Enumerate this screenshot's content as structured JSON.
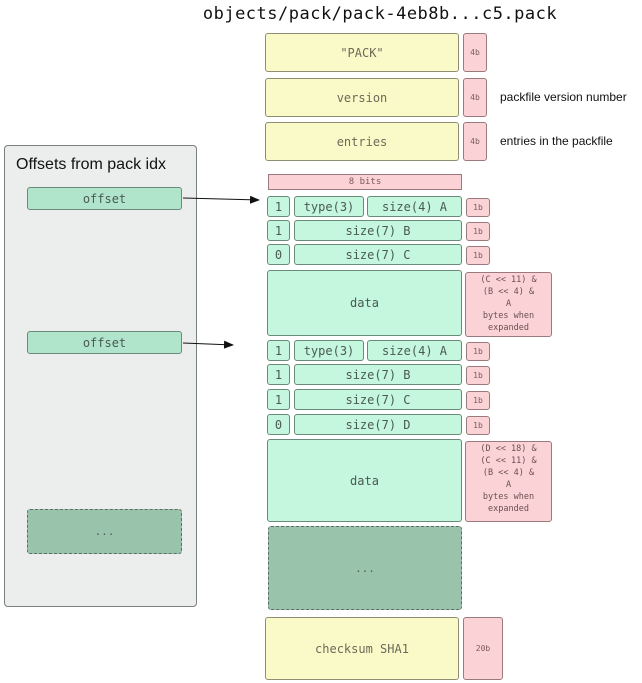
{
  "title": "objects/pack/pack-4eb8b...c5.pack",
  "header": [
    {
      "label": "\"PACK\"",
      "size": "4b",
      "note": ""
    },
    {
      "label": "version",
      "size": "4b",
      "note": "packfile version number"
    },
    {
      "label": "entries",
      "size": "4b",
      "note": "entries in the packfile"
    }
  ],
  "bits_label": "8 bits",
  "panel_title": "Offsets from pack idx",
  "offset_label": "offset",
  "ellipsis": "...",
  "object1": {
    "rows": [
      {
        "bit": "1",
        "type": "type(3)",
        "size": "size(4) A",
        "badge": "1b"
      },
      {
        "bit": "1",
        "size": "size(7) B",
        "badge": "1b"
      },
      {
        "bit": "0",
        "size": "size(7) C",
        "badge": "1b"
      }
    ],
    "data": "data",
    "note": [
      "(C << 11) &",
      "(B << 4) &",
      "A",
      "bytes when",
      "expanded"
    ]
  },
  "object2": {
    "rows": [
      {
        "bit": "1",
        "type": "type(3)",
        "size": "size(4) A",
        "badge": "1b"
      },
      {
        "bit": "1",
        "size": "size(7) B",
        "badge": "1b"
      },
      {
        "bit": "1",
        "size": "size(7) C",
        "badge": "1b"
      },
      {
        "bit": "0",
        "size": "size(7) D",
        "badge": "1b"
      }
    ],
    "data": "data",
    "note": [
      "(D << 18) &",
      "(C << 11) &",
      "(B << 4) &",
      "A",
      "bytes when",
      "expanded"
    ]
  },
  "checksum": {
    "label": "checksum SHA1",
    "size": "20b"
  },
  "colors": {
    "yellow": "#fafac8",
    "pink": "#fbd3d6",
    "mint": "#c4f7dd",
    "dark_green": "#9ac3ac",
    "panel": "#eceeed"
  }
}
